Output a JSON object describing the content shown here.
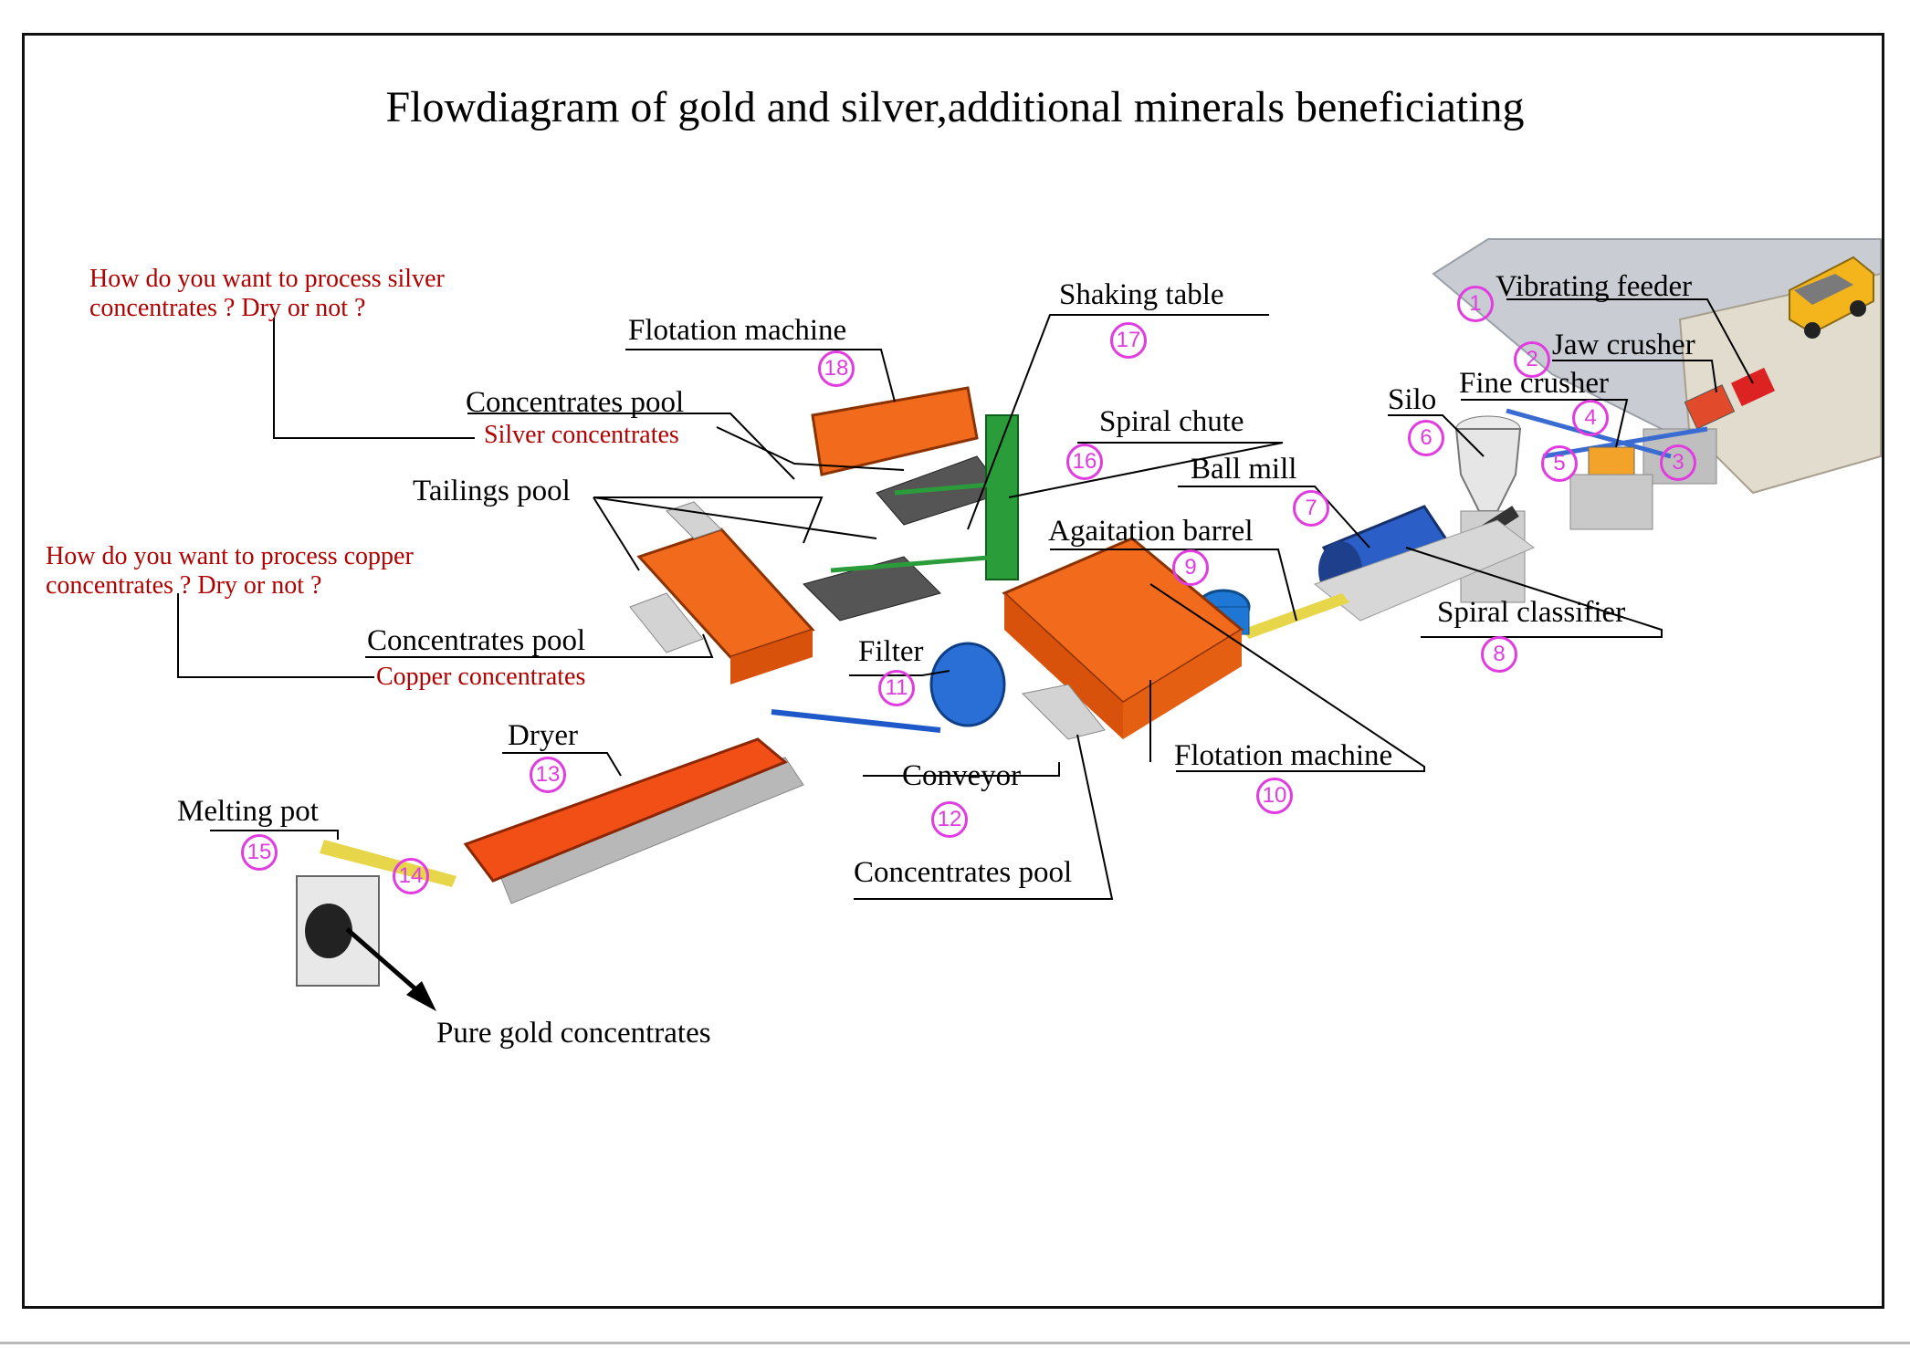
{
  "title": "Flowdiagram of gold and silver,additional minerals beneficiating",
  "questions": {
    "silver": "How do you want to process silver concentrates ? Dry or not ?",
    "copper": "How do you want to process copper concentrates ? Dry or not ?"
  },
  "stations": [
    {
      "num": "1",
      "label": "Vibrating feeder"
    },
    {
      "num": "2",
      "label": "Jaw crusher"
    },
    {
      "num": "3",
      "label": ""
    },
    {
      "num": "4",
      "label": "Fine crusher"
    },
    {
      "num": "5",
      "label": ""
    },
    {
      "num": "6",
      "label": "Silo"
    },
    {
      "num": "7",
      "label": "Ball mill"
    },
    {
      "num": "8",
      "label": "Spiral classifier"
    },
    {
      "num": "9",
      "label": "Agaitation barrel"
    },
    {
      "num": "10",
      "label": "Flotation machine"
    },
    {
      "num": "11",
      "label": "Filter"
    },
    {
      "num": "12",
      "label": "Conveyor"
    },
    {
      "num": "13",
      "label": "Dryer"
    },
    {
      "num": "14",
      "label": ""
    },
    {
      "num": "15",
      "label": "Melting pot"
    },
    {
      "num": "16",
      "label": "Spiral chute"
    },
    {
      "num": "17",
      "label": "Shaking table"
    },
    {
      "num": "18",
      "label": "Flotation machine"
    }
  ],
  "labels": {
    "concentrates_pool_silver": "Concentrates pool",
    "silver_concentrates": "Silver concentrates",
    "tailings_pool": "Tailings pool",
    "concentrates_pool_copper": "Concentrates pool",
    "copper_concentrates": "Copper concentrates",
    "concentrates_pool_bottom": "Concentrates pool",
    "pure_gold": "Pure gold concentrates"
  },
  "colors": {
    "machine_orange": "#f26a1b",
    "ball_mill_blue": "#2b5fc7",
    "number_magenta": "#e03ce0",
    "question_red": "#b00000",
    "pipe_green": "#2a9d3a",
    "belt_yellow": "#e8d64a"
  }
}
